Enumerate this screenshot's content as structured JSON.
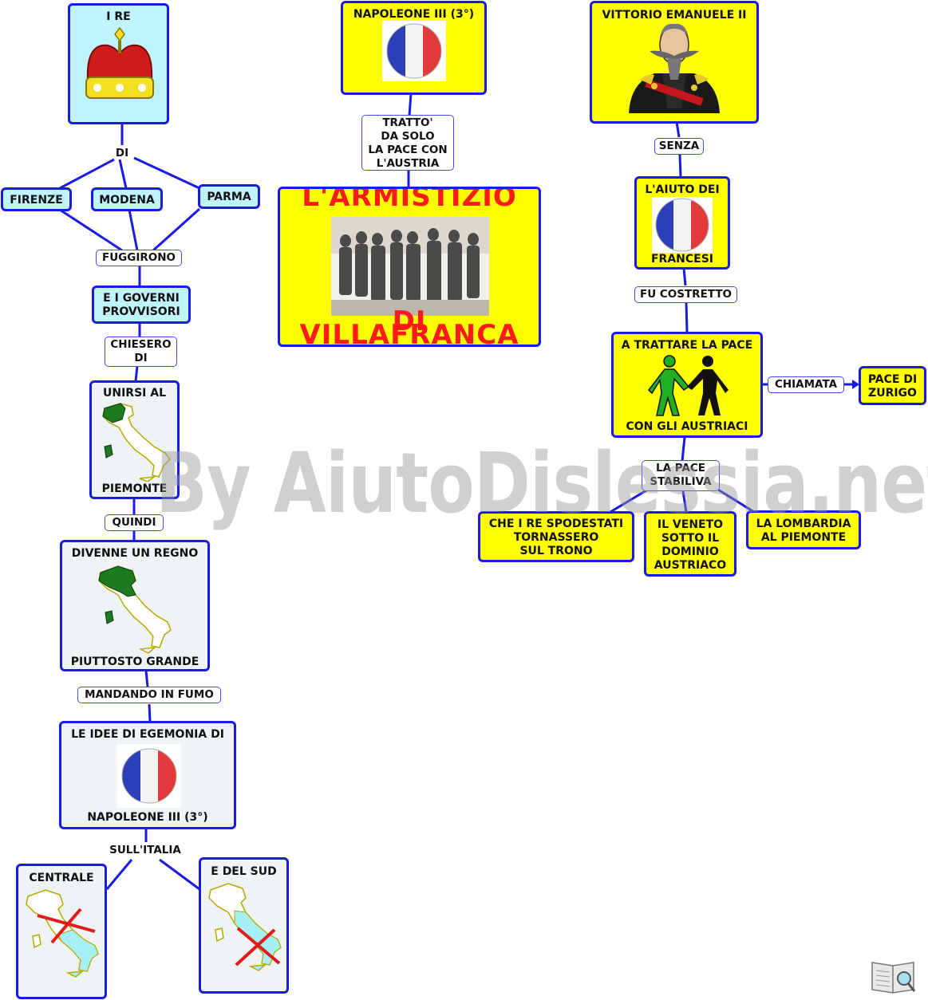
{
  "nodes": {
    "i_re": "I RE",
    "napoleone_top": "NAPOLEONE III (3°)",
    "vittorio": "VITTORIO EMANUELE II",
    "firenze": "FIRENZE",
    "modena": "MODENA",
    "parma": "PARMA",
    "governi_1": "E I GOVERNI",
    "governi_2": "PROVVISORI",
    "unirsi_top": "UNIRSI AL",
    "unirsi_bottom": "PIEMONTE",
    "regno_top": "DIVENNE UN REGNO",
    "regno_bottom": "PIUTTOSTO GRANDE",
    "idee_top": "LE IDEE DI EGEMONIA DI",
    "idee_bottom": "NAPOLEONE III (3°)",
    "centrale": "CENTRALE",
    "sud": "E DEL SUD",
    "armistizio_1": "L'ARMISTIZIO",
    "armistizio_2": "DI VILLAFRANCA",
    "aiuto_top": "L'AIUTO DEI",
    "aiuto_bottom": "FRANCESI",
    "trattare_top": "A TRATTARE LA PACE",
    "trattare_bottom": "CON GLI AUSTRIACI",
    "zurigo_1": "PACE DI",
    "zurigo_2": "ZURIGO",
    "spodestati_1": "CHE I RE SPODESTATI",
    "spodestati_2": "TORNASSERO",
    "spodestati_3": "SUL TRONO",
    "veneto_1": "IL VENETO",
    "veneto_2": "SOTTO IL",
    "veneto_3": "DOMINIO",
    "veneto_4": "AUSTRIACO",
    "lombardia_1": "LA LOMBARDIA",
    "lombardia_2": "AL PIEMONTE",
    "pace_stabiliva_1": "LA PACE",
    "pace_stabiliva_2": "STABILIVA"
  },
  "links": {
    "di": "DI",
    "fuggirono": "FUGGIRONO",
    "chiesero_1": "CHIESERO",
    "chiesero_2": "DI",
    "quindi": "QUINDI",
    "mandando": "MANDANDO IN FUMO",
    "sull_italia": "SULL'ITALIA",
    "tratto_1": "TRATTO'",
    "tratto_2": "DA SOLO",
    "tratto_3": "LA PACE CON",
    "tratto_4": "L'AUSTRIA",
    "senza": "SENZA",
    "fu_costretto": "FU COSTRETTO",
    "chiamata": "CHIAMATA"
  },
  "watermark": "By AiutoDislessia.net",
  "icons": [
    "crown-icon",
    "french-flag-icon",
    "king-portrait-icon",
    "italy-map-icon",
    "engraving-image",
    "handshake-icon",
    "book-logo-icon"
  ],
  "colors": {
    "node_border": "#1a1ae6",
    "yellow": "#ffff00",
    "light_blue": "#bff4fb",
    "pale": "#eef3f6",
    "title_red": "#ff1a1a",
    "region_green": "#1e7a1e",
    "map_water": "#a8f0f8"
  }
}
